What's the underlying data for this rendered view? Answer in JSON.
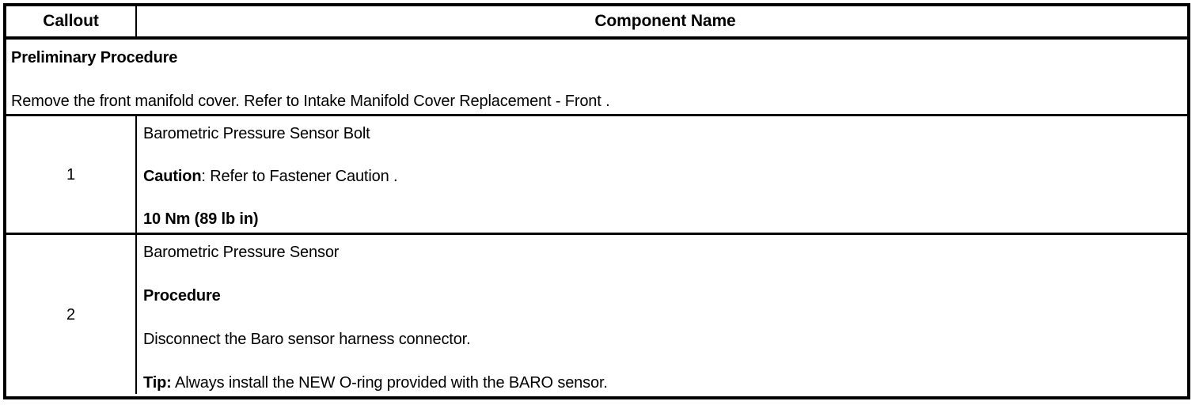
{
  "table": {
    "columns": [
      {
        "key": "callout",
        "header": "Callout"
      },
      {
        "key": "component",
        "header": "Component Name"
      }
    ],
    "preliminary": {
      "heading": "Preliminary Procedure",
      "text": "Remove the front manifold cover. Refer to Intake Manifold Cover Replacement - Front ."
    },
    "rows": [
      {
        "callout": "1",
        "lines": [
          {
            "text": "Barometric Pressure Sensor Bolt"
          },
          {
            "lead": "Caution",
            "text": ": Refer to Fastener Caution ."
          },
          {
            "bold_text": "10 Nm (89 lb in)"
          }
        ]
      },
      {
        "callout": "2",
        "lines": [
          {
            "text": "Barometric Pressure Sensor"
          },
          {
            "bold_text": "Procedure"
          },
          {
            "text": "Disconnect the Baro sensor harness connector."
          },
          {
            "lead": "Tip:",
            "text": " Always install the NEW O-ring provided with the BARO sensor."
          }
        ]
      }
    ]
  },
  "style": {
    "border_color": "#000000",
    "text_color": "#000000",
    "background": "#ffffff"
  }
}
